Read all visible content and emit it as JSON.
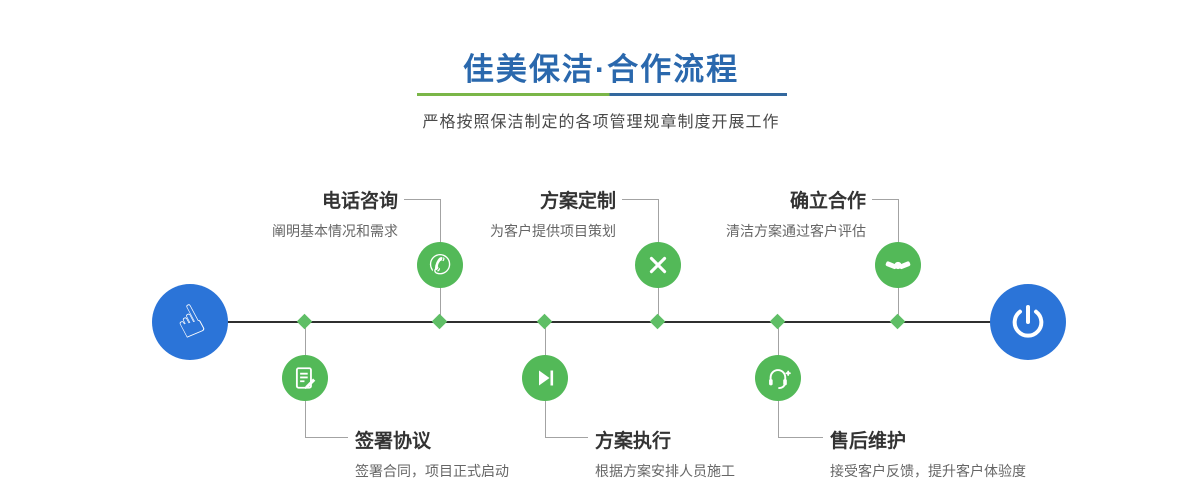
{
  "header": {
    "title": "佳美保洁·合作流程",
    "subtitle": "严格按照保洁制定的各项管理规章制度开展工作"
  },
  "steps_top": [
    {
      "title": "电话咨询",
      "desc": "阐明基本情况和需求",
      "icon": "phone-icon"
    },
    {
      "title": "方案定制",
      "desc": "为客户提供项目策划",
      "icon": "design-tools-icon"
    },
    {
      "title": "确立合作",
      "desc": "清洁方案通过客户评估",
      "icon": "handshake-icon"
    }
  ],
  "steps_bottom": [
    {
      "title": "签署协议",
      "desc": "签署合同，项目正式启动",
      "icon": "contract-icon"
    },
    {
      "title": "方案执行",
      "desc": "根据方案安排人员施工",
      "icon": "play-next-icon"
    },
    {
      "title": "售后维护",
      "desc": "接受客户反馈，提升客户体验度",
      "icon": "headset-service-icon"
    }
  ],
  "endpoints": {
    "start_icon": "pointing-hand-icon",
    "end_icon": "power-icon",
    "start_glyph": "☝"
  },
  "colors": {
    "title_blue": "#2a68ad",
    "endpoint_circle_blue": "#2b74d8",
    "step_circle_green": "#53b958",
    "node_green": "#5fbe66",
    "divider_green": "#7ab648",
    "divider_blue": "#33689e"
  }
}
